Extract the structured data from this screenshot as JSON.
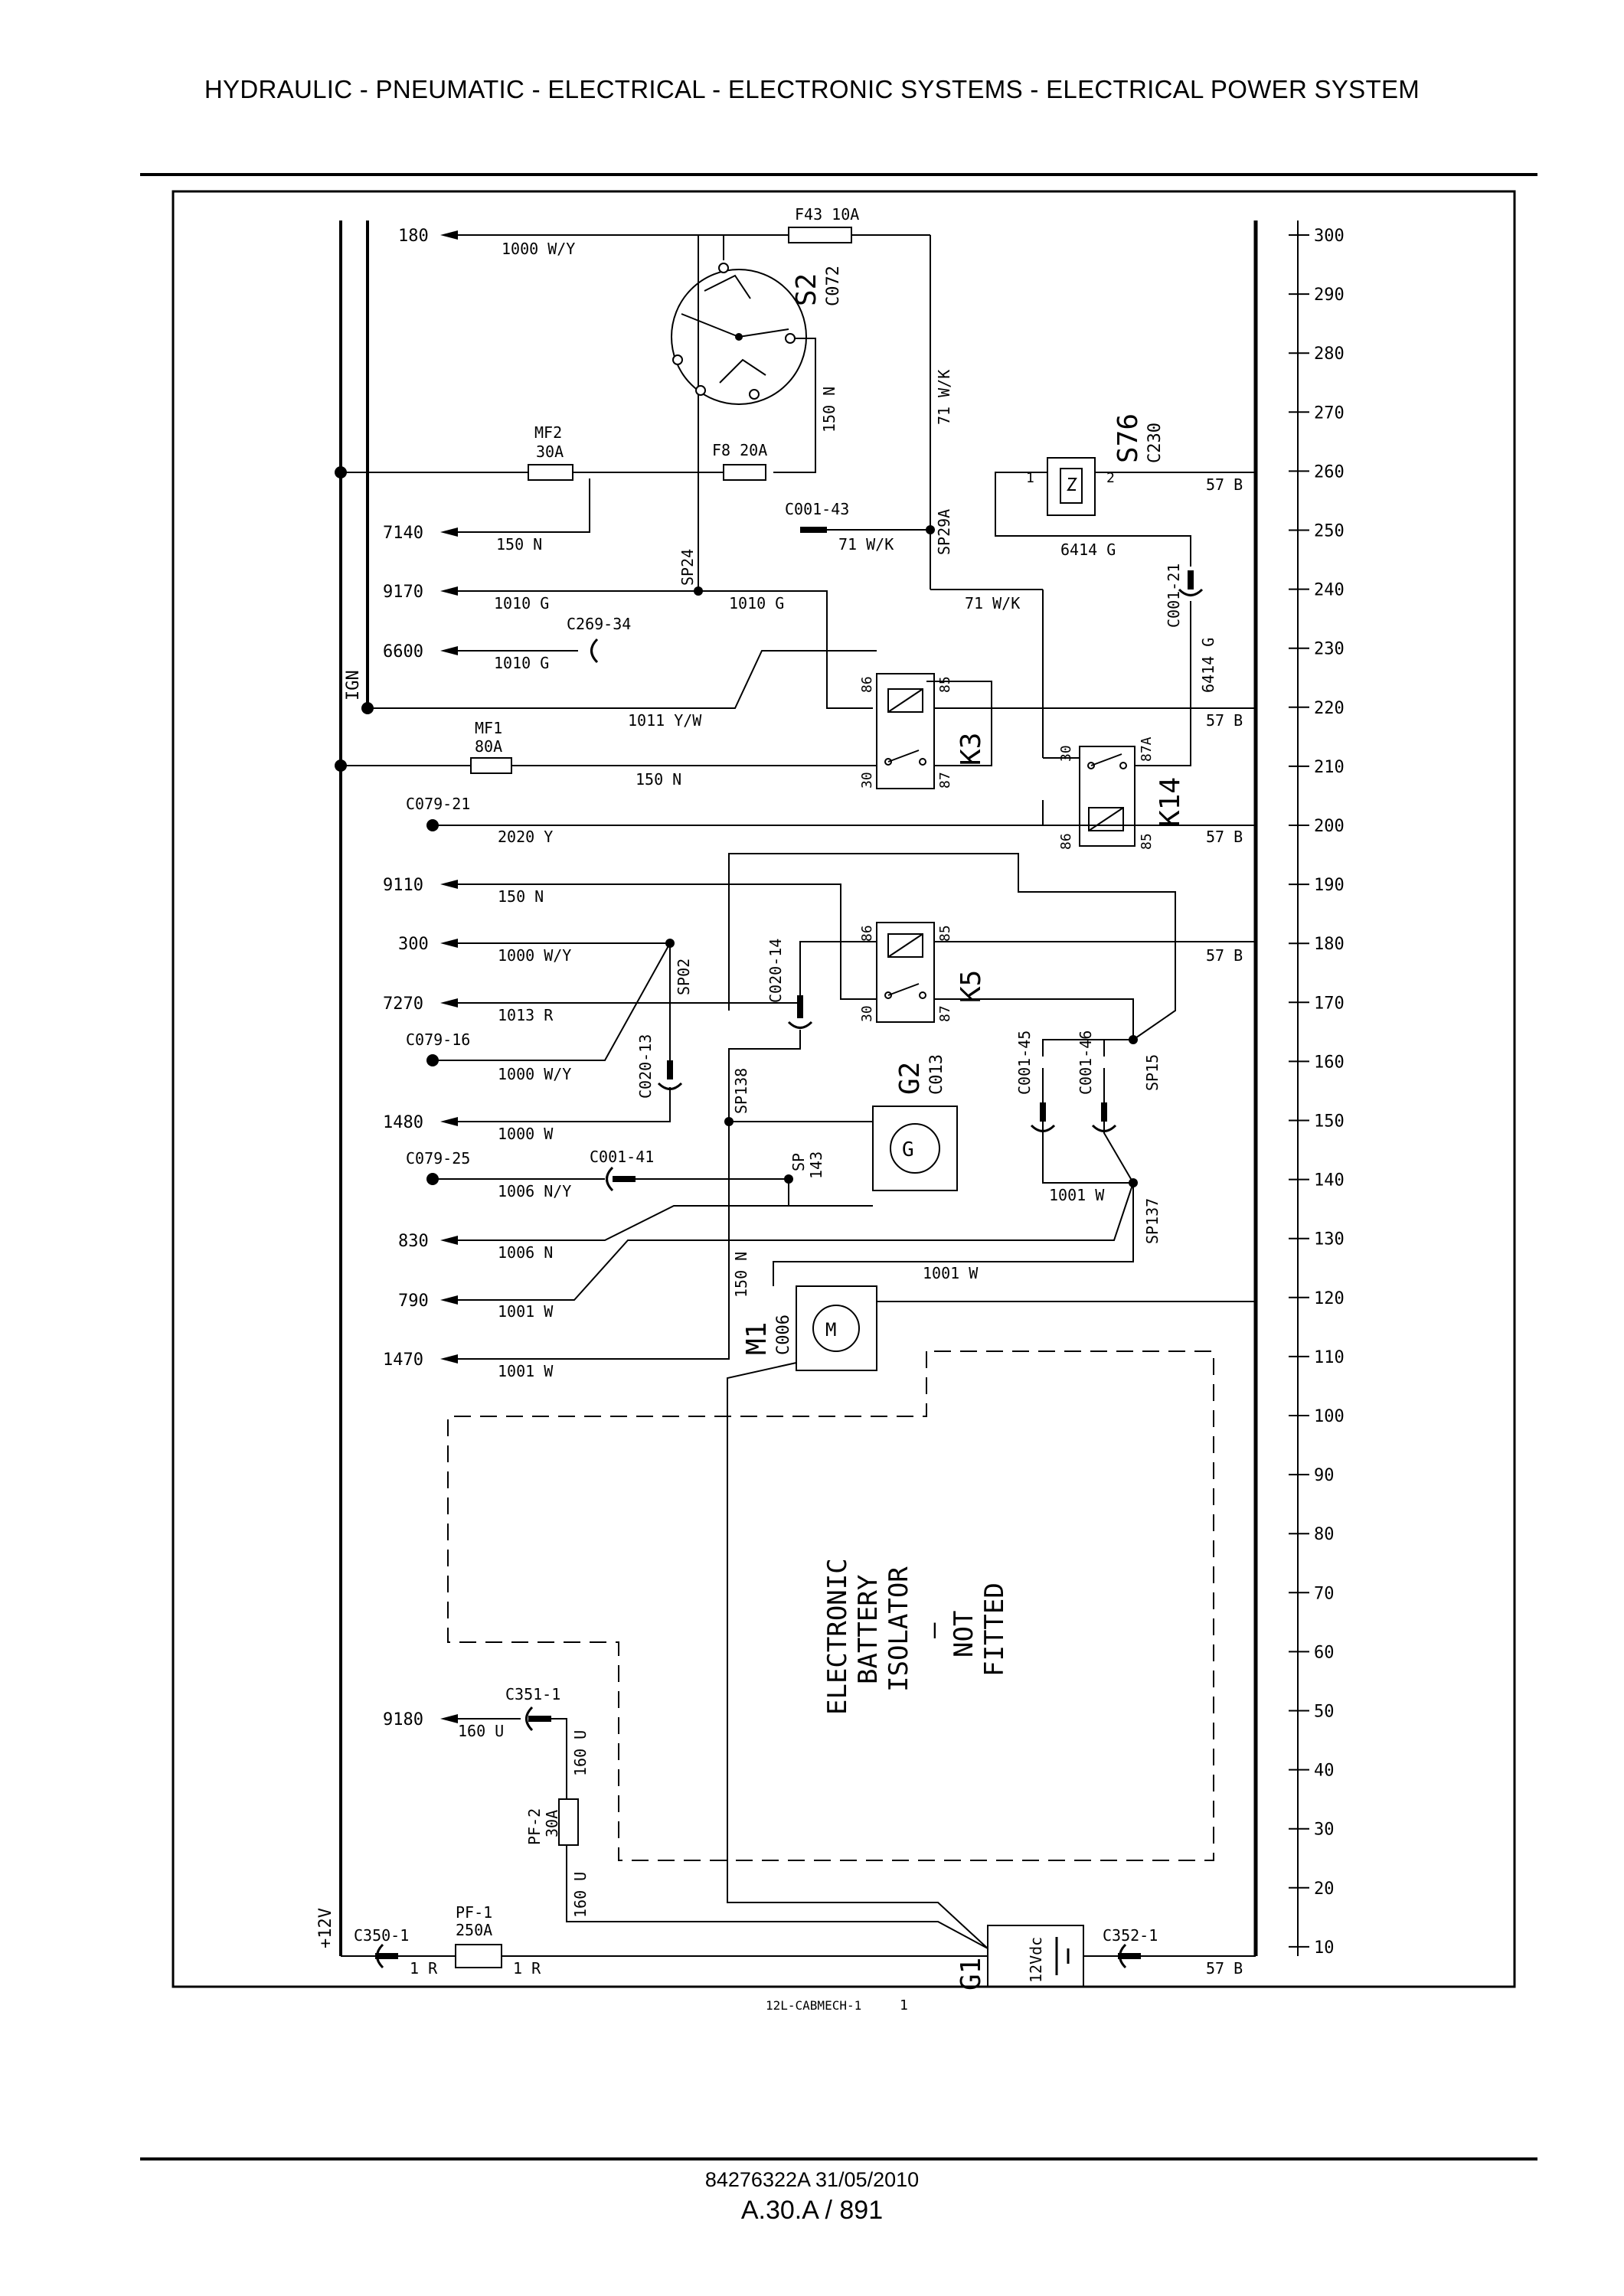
{
  "header": {
    "title": "HYDRAULIC - PNEUMATIC - ELECTRICAL - ELECTRONIC SYSTEMS - ELECTRICAL POWER SYSTEM"
  },
  "footer": {
    "doc_ref": "84276322A 31/05/2010",
    "page_number": "A.30.A / 891"
  },
  "diagram": {
    "caption": "12L-CABMECH-1",
    "caption_index": "1",
    "scale_ticks": [
      "300",
      "290",
      "280",
      "270",
      "260",
      "250",
      "240",
      "230",
      "220",
      "210",
      "200",
      "190",
      "180",
      "170",
      "160",
      "150",
      "140",
      "130",
      "120",
      "110",
      "100",
      "90",
      "80",
      "70",
      "60",
      "50",
      "40",
      "30",
      "20",
      "10"
    ],
    "bus_labels": {
      "ign": "IGN",
      "plus12v": "+12V"
    },
    "outputs": [
      {
        "ref": "180",
        "wire": "1000 W/Y"
      },
      {
        "ref": "7140",
        "wire": "150 N"
      },
      {
        "ref": "9170",
        "wire": "1010 G"
      },
      {
        "ref": "6600",
        "wire": "1010 G"
      },
      {
        "ref": "9110",
        "wire": "150 N"
      },
      {
        "ref": "300",
        "wire": "1000 W/Y"
      },
      {
        "ref": "7270",
        "wire": "1013 R"
      },
      {
        "ref": "1480",
        "wire": "1000 W"
      },
      {
        "ref": "830",
        "wire": "1006 N"
      },
      {
        "ref": "790",
        "wire": "1001 W"
      },
      {
        "ref": "1470",
        "wire": "1001 W"
      },
      {
        "ref": "9180",
        "wire": "160 U"
      }
    ],
    "connectors": {
      "c079_21": "C079-21",
      "c079_16": "C079-16",
      "c079_25": "C079-25",
      "c269_34": "C269-34",
      "c001_43": "C001-43",
      "c001_41": "C001-41",
      "c001_21": "C001-21",
      "c001_45": "C001-45",
      "c001_46": "C001-46",
      "c020_14": "C020-14",
      "c020_13": "C020-13",
      "c351_1": "C351-1",
      "c350_1": "C350-1",
      "c352_1": "C352-1"
    },
    "splices": {
      "sp24": "SP24",
      "sp29a": "SP29A",
      "sp02": "SP02",
      "sp138": "SP138",
      "sp143a": "SP",
      "sp143b": "143",
      "sp15": "SP15",
      "sp137": "SP137"
    },
    "fuses": {
      "f43": "F43  10A",
      "mf2_name": "MF2",
      "mf2_rating": "30A",
      "f8": "F8  20A",
      "mf1_name": "MF1",
      "mf1_rating": "80A",
      "pf2_name": "PF-2",
      "pf2_rating": "30A",
      "pf1_name": "PF-1",
      "pf1_rating": "250A"
    },
    "components": {
      "s2": "S2",
      "s2_conn": "C072",
      "s76": "S76",
      "s76_conn": "C230",
      "k3": "K3",
      "k5": "K5",
      "k14": "K14",
      "g2": "G2",
      "g2_conn": "C013",
      "m1": "M1",
      "m1_conn": "C006",
      "g1": "G1",
      "battery": "12Vdc"
    },
    "wires": {
      "w1000wy": "1000 W/Y",
      "w150n": "150 N",
      "w71wk": "71 W/K",
      "w1010g": "1010 G",
      "w1011yw": "1011 Y/W",
      "w2020y": "2020 Y",
      "w6414g": "6414 G",
      "w57b": "57 B",
      "w1001w": "1001 W",
      "w1006ny": "1006 N/Y",
      "w160u": "160 U",
      "w1r": "1 R"
    },
    "isolator": {
      "line1": "ELECTRONIC",
      "line2": "BATTERY",
      "line3": "ISOLATOR",
      "line4": "–",
      "line5": "NOT",
      "line6": "FITTED"
    }
  }
}
